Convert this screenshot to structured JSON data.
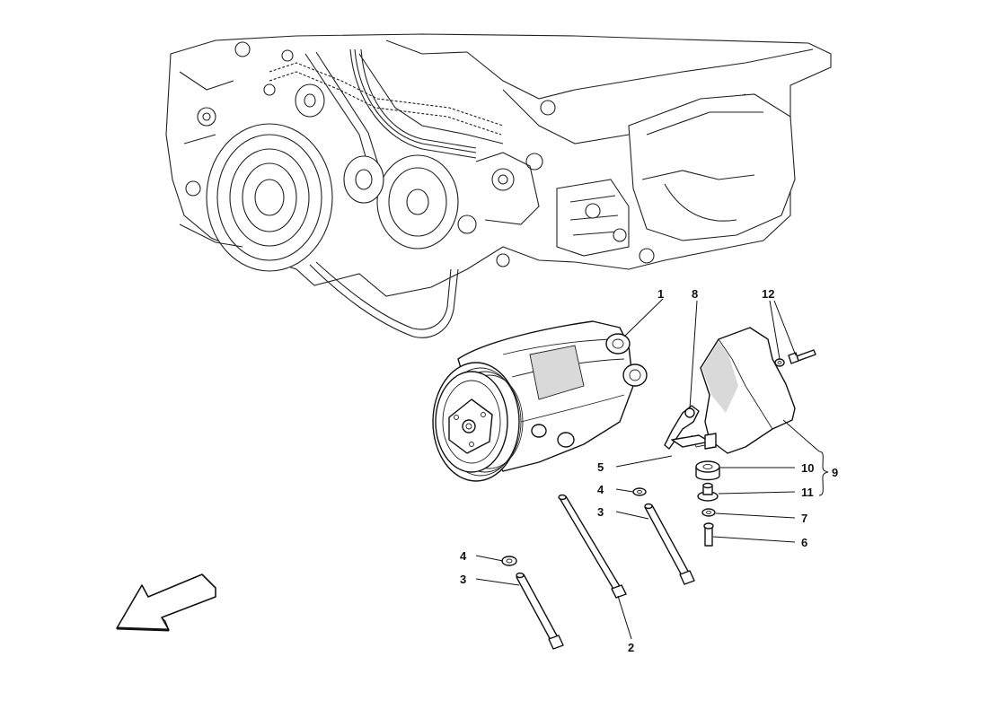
{
  "callouts": [
    {
      "id": "c1",
      "label": "1"
    },
    {
      "id": "c8",
      "label": "8"
    },
    {
      "id": "c12",
      "label": "12"
    },
    {
      "id": "c10",
      "label": "10"
    },
    {
      "id": "c9",
      "label": "9"
    },
    {
      "id": "c5",
      "label": "5"
    },
    {
      "id": "c4a",
      "label": "4"
    },
    {
      "id": "c11",
      "label": "11"
    },
    {
      "id": "c3a",
      "label": "3"
    },
    {
      "id": "c7",
      "label": "7"
    },
    {
      "id": "c6",
      "label": "6"
    },
    {
      "id": "c4b",
      "label": "4"
    },
    {
      "id": "c3b",
      "label": "3"
    },
    {
      "id": "c2",
      "label": "2"
    }
  ]
}
